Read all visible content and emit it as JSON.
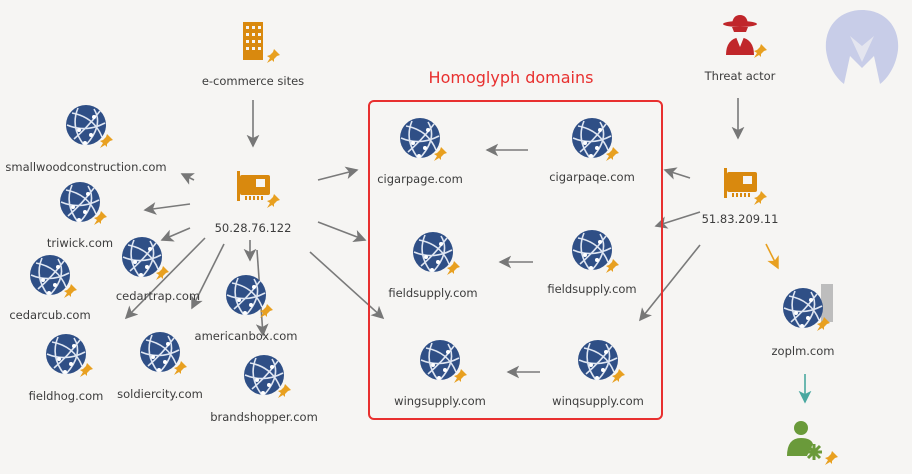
{
  "title": "Homoglyph domains",
  "colors": {
    "globe": "#2f4f86",
    "pin": "#e8a020",
    "accent": "#e8302f",
    "ip": "#d9890e",
    "actor": "#c0262a",
    "user": "#6a9a3a",
    "teal_arrow": "#4aa8a0",
    "logo": "#c8cde8"
  },
  "nodes": {
    "ecommerce": "e-commerce sites",
    "ip1": "50.28.76.122",
    "smallwood": "smallwoodconstruction.com",
    "triwick": "triwick.com",
    "cedartrap": "cedartrap.com",
    "cedarcub": "cedarcub.com",
    "americanbox": "americanbox.com",
    "fieldhog": "fieldhog.com",
    "soldiercity": "soldiercity.com",
    "brandshopper": "brandshopper.com",
    "cigarpage": "cigarpage.com",
    "cigarpaqe": "cigarpaqe.com",
    "fieldsupply_l": "fieldsupply.com",
    "fieldsupply_r": "fieldsupply.com",
    "wingsupply": "wingsupply.com",
    "winqsupply": "winqsupply.com",
    "actor": "Threat actor",
    "ip2": "51.83.209.11",
    "zoplm": "zoplm.com"
  }
}
